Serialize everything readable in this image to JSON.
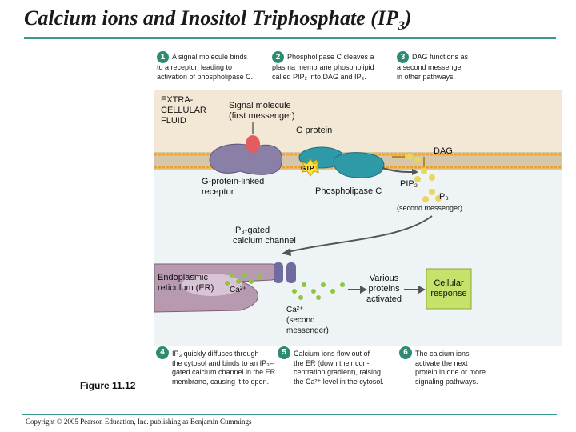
{
  "title": {
    "main": "Calcium ions and Inositol Triphosphate (IP",
    "sub": "3",
    "close": ")"
  },
  "steps": [
    {
      "num": "1",
      "lines": [
        "A signal molecule binds",
        "to a receptor, leading to",
        "activation of phospholipase C."
      ]
    },
    {
      "num": "2",
      "lines": [
        "Phospholipase C cleaves a",
        "plasma membrane phospholipid",
        "called PIP₂ into DAG and IP₃."
      ]
    },
    {
      "num": "3",
      "lines": [
        "DAG functions as",
        "a second messenger",
        "in other pathways."
      ]
    },
    {
      "num": "4",
      "lines": [
        "IP₃ quickly diffuses through",
        "the cytosol and binds to an IP₃–",
        "gated calcium channel in the ER",
        "membrane, causing it to open."
      ]
    },
    {
      "num": "5",
      "lines": [
        "Calcium ions flow out of",
        "the ER (down their con-",
        "centration gradient), raising",
        "the Ca²⁺ level in the cytosol."
      ]
    },
    {
      "num": "6",
      "lines": [
        "The calcium ions",
        "activate the next",
        "protein in one or more",
        "signaling pathways."
      ]
    }
  ],
  "labels": {
    "extracellular": [
      "EXTRA-",
      "CELLULAR",
      "FLUID"
    ],
    "signal_molecule": [
      "Signal molecule",
      "(first messenger)"
    ],
    "g_protein": "G protein",
    "dag": "DAG",
    "gtp": "GTP",
    "gpcr": [
      "G-protein-linked",
      "receptor"
    ],
    "phospholipase": "Phospholipase C",
    "pip2": "PIP₂",
    "ip3": "IP₃",
    "second_messenger": "(second messenger)",
    "ip3_channel": [
      "IP₃-gated",
      "calcium channel"
    ],
    "er": [
      "Endoplasmic",
      "reticulum (ER)"
    ],
    "ca_er": "Ca²⁺",
    "ca_cytosol": [
      "Ca²⁺",
      "(second",
      "messenger)"
    ],
    "various": [
      "Various",
      "proteins",
      "activated"
    ],
    "response": [
      "Cellular",
      "response"
    ]
  },
  "figure_label": "Figure 11.12",
  "copyright": "Copyright © 2005 Pearson Education, Inc. publishing as Benjamin Cummings",
  "colors": {
    "accent": "#3a9a8a",
    "step_badge": "#2e8b72",
    "response_box": "#c7e26a",
    "calcium": "#8fc63f",
    "ip3": "#e8d24a"
  }
}
